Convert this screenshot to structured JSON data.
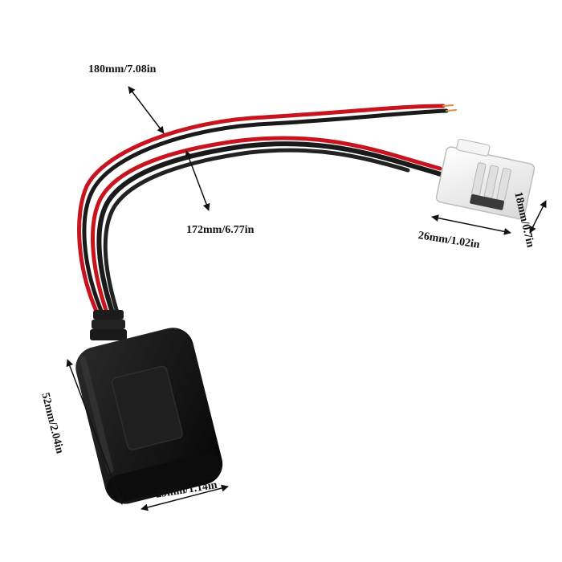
{
  "dimensions": {
    "wire_long": "180mm/7.08in",
    "wire_short": "172mm/6.77in",
    "connector_width": "26mm/1.02in",
    "connector_height": "18mm/0.7in",
    "module_length": "52mm/2.04in",
    "module_width": "29mm/1.14in"
  },
  "colors": {
    "background": "#ffffff",
    "cable_black": "#1a1a1a",
    "cable_red": "#c8141e",
    "connector": "#f2f2f2",
    "module_body": "#151515",
    "arrow": "#111111"
  }
}
